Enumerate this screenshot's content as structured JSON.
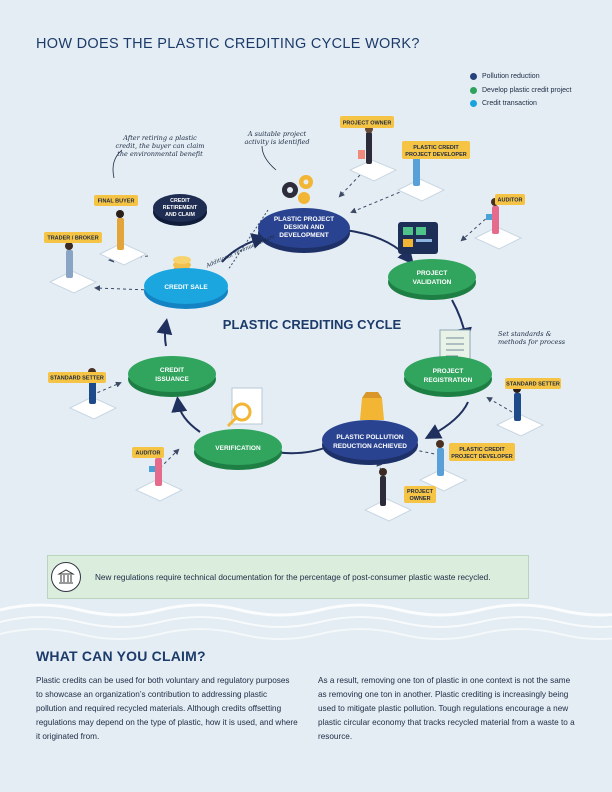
{
  "page": {
    "title": "HOW DOES THE PLASTIC CREDITING CYCLE WORK?",
    "legend": [
      {
        "label": "Pollution reduction",
        "color": "#26417c"
      },
      {
        "label": "Develop plastic credit project",
        "color": "#2fa35c"
      },
      {
        "label": "Credit transaction",
        "color": "#1aa3dc"
      }
    ]
  },
  "diagram": {
    "center_title": "PLASTIC CREDITING CYCLE",
    "nodes": {
      "design": {
        "line1": "PLASTIC PROJECT",
        "line2": "DESIGN AND",
        "line3": "DEVELOPMENT"
      },
      "validation": {
        "line1": "PROJECT",
        "line2": "VALIDATION"
      },
      "registration": {
        "line1": "PROJECT",
        "line2": "REGISTRATION"
      },
      "reduction": {
        "line1": "PLASTIC POLLUTION",
        "line2": "REDUCTION ACHIEVED"
      },
      "verification": {
        "line1": "VERIFICATION"
      },
      "issuance": {
        "line1": "CREDIT",
        "line2": "ISSUANCE"
      },
      "sale": {
        "line1": "CREDIT SALE"
      },
      "retirement": {
        "line1": "CREDIT",
        "line2": "RETIREMENT",
        "line3": "AND CLAIM"
      }
    },
    "actors": {
      "project_owner_top": "PROJECT OWNER",
      "developer_top_1": "PLASTIC CREDIT",
      "developer_top_2": "PROJECT DEVELOPER",
      "auditor_right": "AUDITOR",
      "standard_setter_right": "STANDARD SETTER",
      "developer_bottom_1": "PLASTIC CREDIT",
      "developer_bottom_2": "PROJECT DEVELOPER",
      "project_owner_bottom_1": "PROJECT",
      "project_owner_bottom_2": "OWNER",
      "auditor_left": "AUDITOR",
      "standard_setter_left": "STANDARD SETTER",
      "trader": "TRADER / BROKER",
      "final_buyer": "FINAL BUYER"
    },
    "annotations": {
      "retire_1": "After retiring a plastic",
      "retire_2": "credit, the buyer can claim",
      "retire_3": "the environmental benefit",
      "suitable_1": "A suitable project",
      "suitable_2": "activity is identified",
      "standards_1": "Set standards &",
      "standards_2": "methods for process",
      "revenue": "Additional revenue stream"
    }
  },
  "callout": {
    "text": "New regulations require technical documentation for the percentage of post-consumer plastic waste recycled."
  },
  "claim": {
    "title": "WHAT CAN YOU CLAIM?",
    "left_paragraph": "Plastic credits can be used for both voluntary and regulatory purposes to showcase an organization’s contribution to addressing plastic pollution and required recycled materials. Although credits offsetting regulations  may  depend on the type of plastic, how it is used, and where it originated from.",
    "right_paragraph": "As a result, removing one ton of plastic in one context is not the same as removing one ton in another. Plastic crediting is increasingly being used  to mitigate plastic pollution.  Tough regulations  encourage a new plastic circular economy that tracks recycled material from a waste to a resource."
  }
}
